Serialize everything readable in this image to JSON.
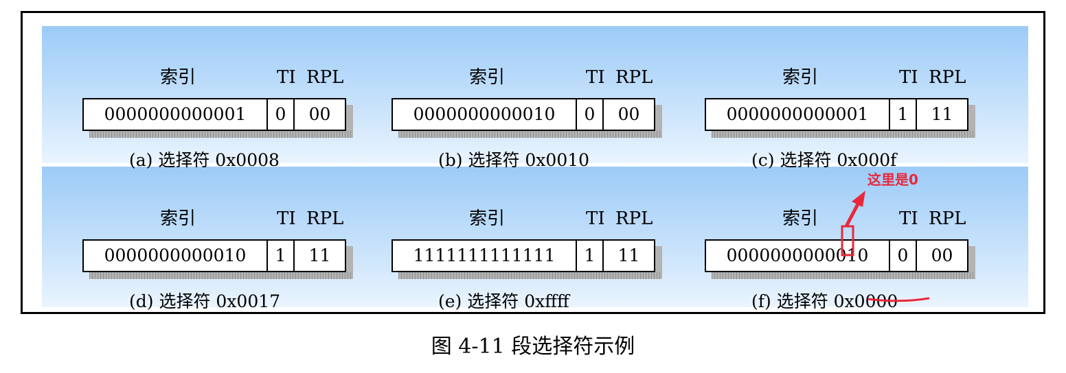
{
  "headers": {
    "index": "索引",
    "ti": "TI",
    "rpl": "RPL"
  },
  "selectors": [
    {
      "index": "0000000000001",
      "ti": "0",
      "rpl": "00",
      "caption": "(a) 选择符 0x0008"
    },
    {
      "index": "0000000000010",
      "ti": "0",
      "rpl": "00",
      "caption": "(b) 选择符 0x0010"
    },
    {
      "index": "0000000000001",
      "ti": "1",
      "rpl": "11",
      "caption": "(c) 选择符 0x000f"
    },
    {
      "index": "0000000000010",
      "ti": "1",
      "rpl": "11",
      "caption": "(d) 选择符 0x0017"
    },
    {
      "index": "1111111111111",
      "ti": "1",
      "rpl": "11",
      "caption": "(e) 选择符 0xffff"
    },
    {
      "index": "0000000000010",
      "ti": "0",
      "rpl": "00",
      "caption": "(f) 选择符 0x0000"
    }
  ],
  "annotation": {
    "text": "这里是0",
    "color": "#e8283a"
  },
  "figure_caption": "图 4-11 段选择符示例"
}
